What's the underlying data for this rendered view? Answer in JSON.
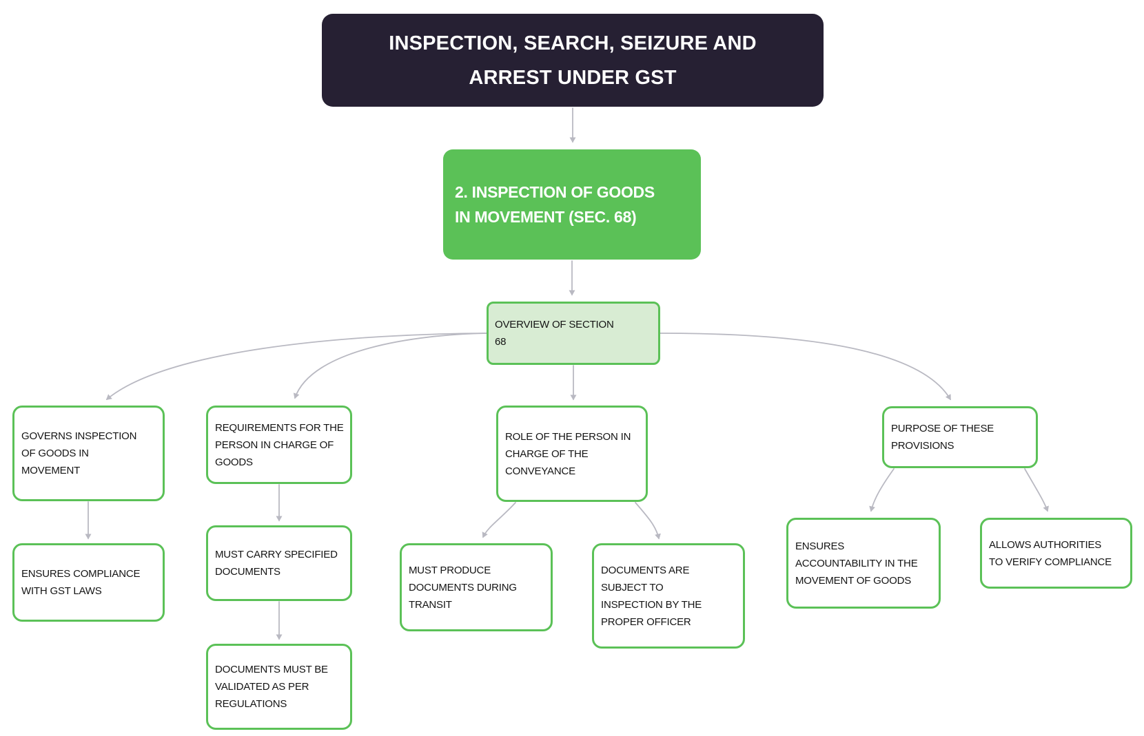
{
  "diagram": {
    "type": "mindmap",
    "colors": {
      "title_bg": "#262033",
      "title_text": "#ffffff",
      "root_bg": "#5bc157",
      "root_text": "#ffffff",
      "overview_bg": "#d8ecd3",
      "node_border": "#5bc157",
      "node_bg": "#ffffff",
      "node_text": "#141414",
      "connector": "#b9b9c2"
    },
    "nodes": {
      "title": {
        "text": "INSPECTION, SEARCH, SEIZURE AND\nARREST UNDER GST"
      },
      "root": {
        "text": "2. INSPECTION OF GOODS\nIN MOVEMENT (SEC. 68)"
      },
      "overview": {
        "text": "OVERVIEW OF SECTION\n68"
      },
      "governs": {
        "text": "GOVERNS INSPECTION\nOF GOODS IN\nMOVEMENT"
      },
      "ensures_compliance": {
        "text": "ENSURES COMPLIANCE\nWITH GST LAWS"
      },
      "requirements": {
        "text": "REQUIREMENTS FOR THE\nPERSON IN CHARGE OF\nGOODS"
      },
      "must_carry": {
        "text": "MUST CARRY SPECIFIED\nDOCUMENTS"
      },
      "validated": {
        "text": "DOCUMENTS MUST BE\nVALIDATED AS PER\nREGULATIONS"
      },
      "role": {
        "text": "ROLE OF THE PERSON IN\nCHARGE OF THE\nCONVEYANCE"
      },
      "must_produce": {
        "text": "MUST PRODUCE\nDOCUMENTS DURING\nTRANSIT"
      },
      "subject_inspection": {
        "text": "DOCUMENTS ARE\nSUBJECT TO\nINSPECTION BY THE\nPROPER OFFICER"
      },
      "purpose": {
        "text": "PURPOSE OF THESE\nPROVISIONS"
      },
      "accountability": {
        "text": "ENSURES\nACCOUNTABILITY IN THE\nMOVEMENT OF GOODS"
      },
      "verify": {
        "text": "ALLOWS AUTHORITIES\nTO VERIFY COMPLIANCE"
      }
    },
    "edges": [
      "title->root",
      "root->overview",
      "overview->governs",
      "overview->requirements",
      "overview->role",
      "overview->purpose",
      "governs->ensures_compliance",
      "requirements->must_carry",
      "must_carry->validated",
      "role->must_produce",
      "role->subject_inspection",
      "purpose->accountability",
      "purpose->verify"
    ]
  }
}
